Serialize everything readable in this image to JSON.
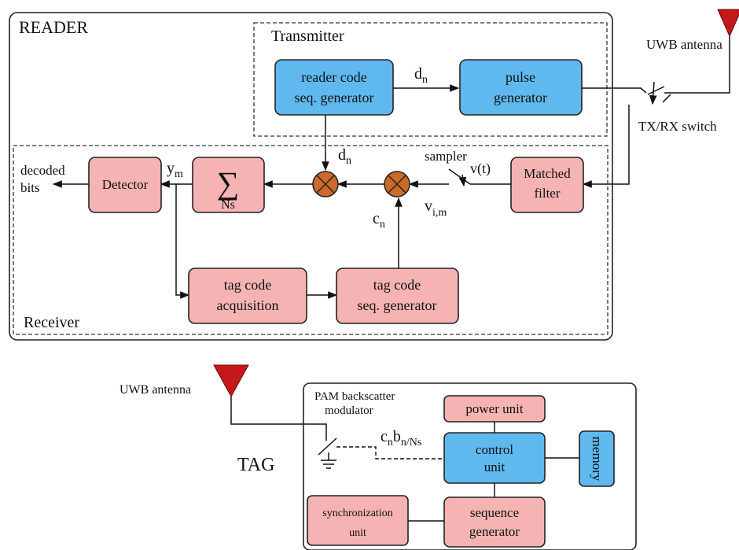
{
  "reader": {
    "title": "READER",
    "transmitter": {
      "title": "Transmitter",
      "reader_code_gen": [
        "reader code",
        "seq. generator"
      ],
      "pulse_gen": [
        "pulse",
        "generator"
      ],
      "dn_label": "d",
      "dn_sub": "n"
    },
    "receiver": {
      "title": "Receiver",
      "detector": "Detector",
      "sum_symbol": "∑",
      "sum_label": "Ns",
      "matched_filter": [
        "Matched",
        "filter"
      ],
      "tag_code_acq": [
        "tag code",
        "acquisition"
      ],
      "tag_code_gen": [
        "tag code",
        "seq. generator"
      ],
      "decoded_bits": [
        "decoded",
        "bits"
      ],
      "ym_label": "y",
      "ym_sub": "m",
      "dn_label": "d",
      "dn_sub": "n",
      "cn_label": "c",
      "cn_sub": "n",
      "sampler": "sampler",
      "vt": "v(t)",
      "vim_label": "v",
      "vim_sub": "i,m"
    },
    "antenna_label": "UWB antenna",
    "switch_label": "TX/RX switch"
  },
  "tag": {
    "title": "TAG",
    "antenna_label": "UWB antenna",
    "modulator": [
      "PAM backscatter",
      "modulator"
    ],
    "cb_label_c": "c",
    "cb_sub_n": "n",
    "cb_label_b": "b",
    "cb_sub_nns": "n/Ns",
    "power_unit": "power unit",
    "control_unit": [
      "control",
      "unit"
    ],
    "memory": "memory",
    "sync_unit": [
      "synchronization",
      "unit"
    ],
    "sequence_gen": [
      "sequence",
      "generator"
    ]
  },
  "colors": {
    "block_blue": "#5fb8ee",
    "block_pink": "#f6b3b3",
    "mixer": "#cc6a2a",
    "antenna": "#c4191b"
  }
}
